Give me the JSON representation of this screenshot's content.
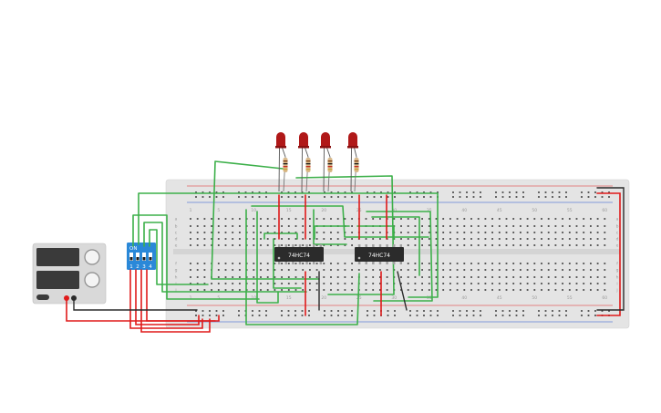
{
  "colors": {
    "background": "#ffffff",
    "breadboard": "#e4e4e4",
    "hole": "#4a4a4a",
    "rail_red": "#e02020",
    "rail_blue": "#2050d0",
    "wire_green": "#3db04a",
    "wire_red": "#e01a1a",
    "wire_black": "#2a2a2a",
    "chip_body": "#2b2b2b",
    "led_red": "#b01818",
    "dip_switch_body": "#2a88d8",
    "psu_body": "#d9d9d9",
    "psu_display": "#3a3a3a"
  },
  "breadboard": {
    "column_labels": [
      "1",
      "5",
      "10",
      "15",
      "20",
      "25",
      "30",
      "35",
      "40",
      "45",
      "50",
      "55",
      "60"
    ],
    "row_labels_top": [
      "a",
      "b",
      "c",
      "d",
      "e"
    ],
    "row_labels_bottom": [
      "f",
      "g",
      "h",
      "i",
      "j"
    ]
  },
  "chips": [
    {
      "label": "74HC74"
    },
    {
      "label": "74HC74"
    }
  ],
  "dip_switch": {
    "on_label": "ON",
    "pin_labels": [
      "1",
      "2",
      "3",
      "4"
    ]
  },
  "leds": [
    {
      "color": "red"
    },
    {
      "color": "red"
    },
    {
      "color": "red"
    },
    {
      "color": "red"
    }
  ],
  "power_supply": {
    "icons": [
      "voltage-display-icon",
      "current-display-icon",
      "voltage-knob-icon",
      "current-knob-icon"
    ]
  }
}
